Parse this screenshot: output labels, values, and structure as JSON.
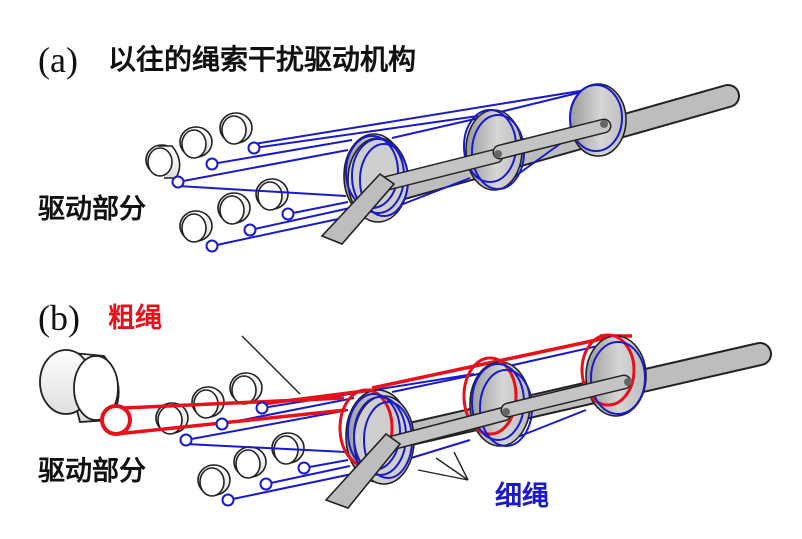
{
  "panel_a": {
    "label": "(a)",
    "title": "以往的绳索干扰驱动机构",
    "drive_label": "驱动部分"
  },
  "panel_b": {
    "label": "(b)",
    "thick_rope_label": "粗绳",
    "drive_label": "驱动部分",
    "thin_rope_label": "细绳"
  },
  "colors": {
    "thin_rope": "#1a1acc",
    "thick_rope": "#e8101a",
    "rod": "#bdbdbd",
    "outline": "#222222",
    "text": "#111111"
  }
}
